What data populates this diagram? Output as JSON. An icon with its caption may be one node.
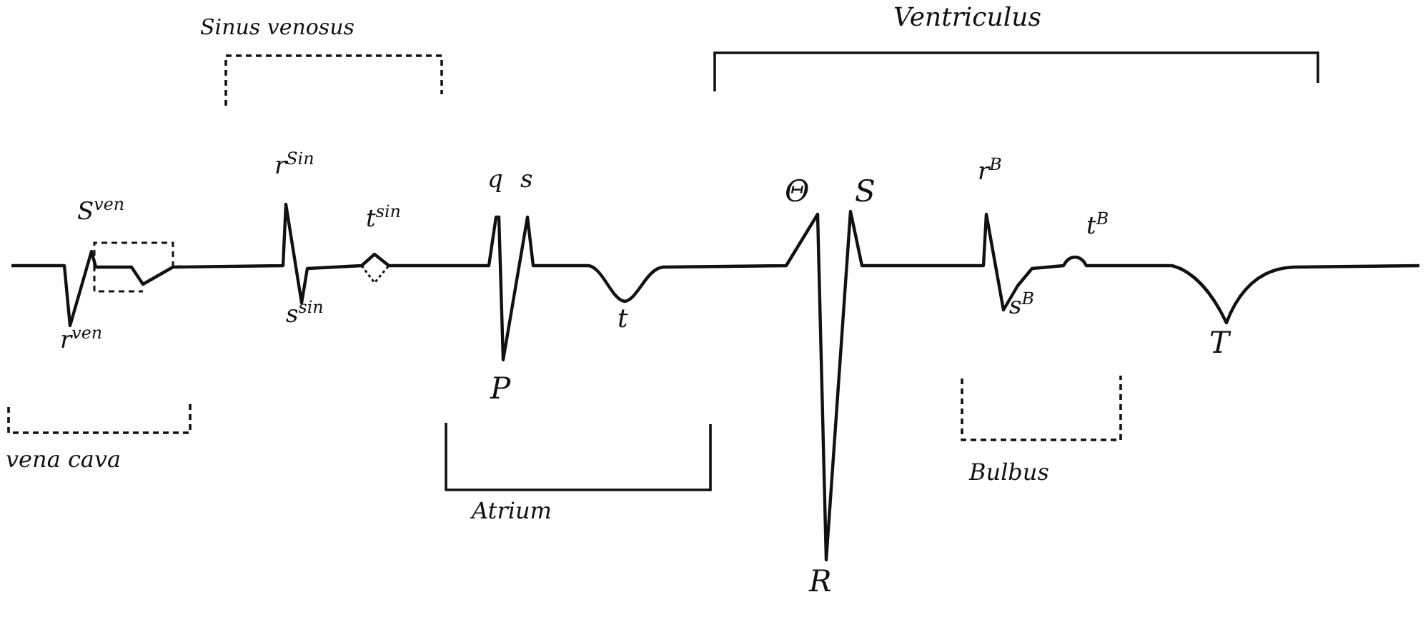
{
  "diagram": {
    "labels": [
      "Sinus venosus",
      "Ventriculus",
      "r$^{Sin}$",
      "q",
      "s",
      "r$^{B}$",
      "S$^{ven}$",
      "t$^{sin}$",
      "Θ",
      "S",
      "t$^{B}$",
      "r$^{ven}$",
      "s$^{sin}$",
      "t",
      "s$^{B}$",
      "T",
      "P",
      "vena cava",
      "Atrium",
      "Bulbus",
      "R"
    ]
  }
}
